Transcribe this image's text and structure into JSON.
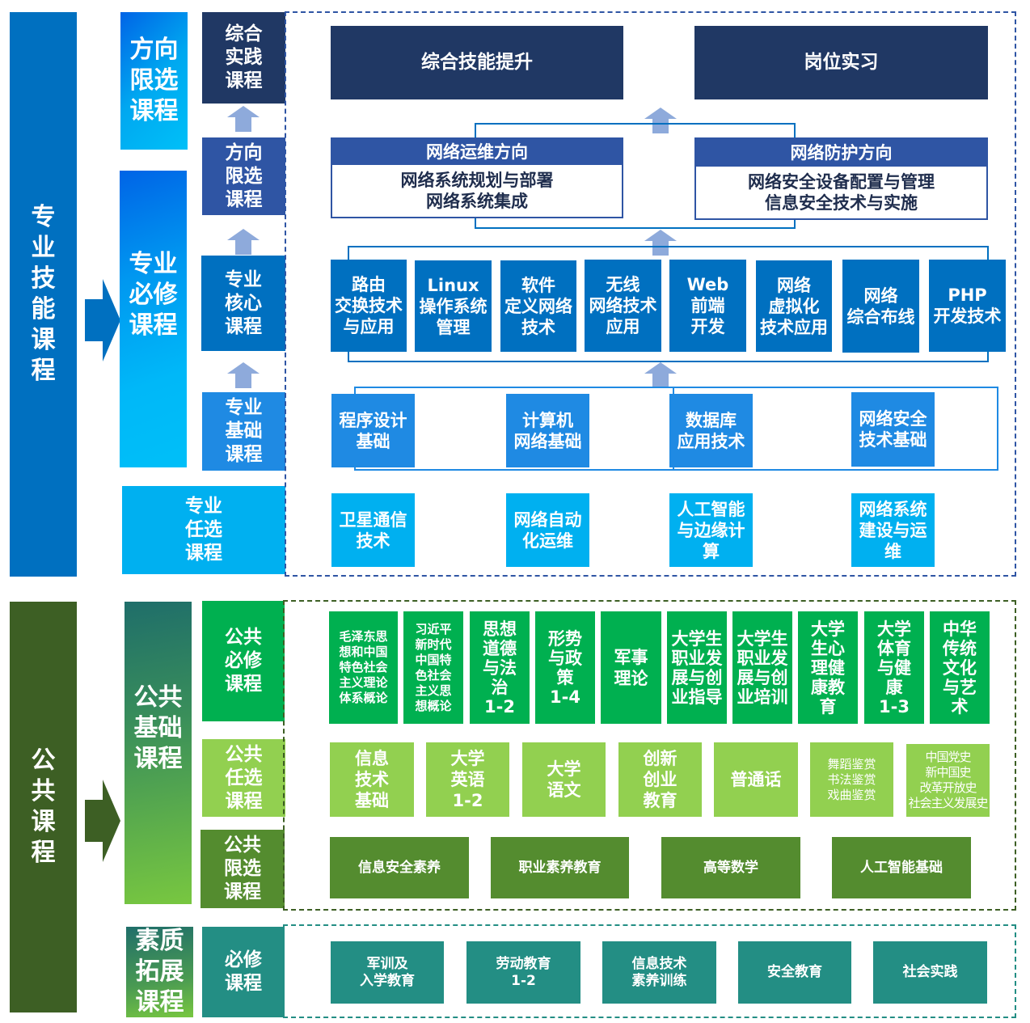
{
  "colors": {
    "prof_main": "#0070c0",
    "dark_navy": "#203864",
    "mid_navy": "#2f55a4",
    "core_blue": "#0070c0",
    "base_blue": "#1f8ae3",
    "elective_cyan": "#00b0f0",
    "arrow_light": "#8eaadb",
    "public_main": "#3d5f24",
    "green_required": "#00b050",
    "green_elective": "#92d050",
    "green_limited": "#548c2f",
    "teal": "#238e84"
  },
  "professional": {
    "title": "专\n业\n技\n能\n课\n程",
    "direction_limited_group": "方向\n限选\n课程",
    "required_group": "专业\n必修\n课程",
    "levels": {
      "comprehensive": "综合\n实践\n课程",
      "direction": "方向\n限选\n课程",
      "core": "专业\n核心\n课程",
      "foundation": "专业\n基础\n课程",
      "elective": "专业\n任选\n课程"
    },
    "comprehensive_items": [
      "综合技能提升",
      "岗位实习"
    ],
    "directions": [
      {
        "title": "网络运维方向",
        "courses": "网络系统规划与部署\n网络系统集成"
      },
      {
        "title": "网络防护方向",
        "courses": "网络安全设备配置与管理\n信息安全技术与实施"
      }
    ],
    "core_courses": [
      "路由\n交换技术\n与应用",
      "Linux\n操作系统\n管理",
      "软件\n定义网络\n技术",
      "无线\n网络技术\n应用",
      "Web\n前端\n开发",
      "网络\n虚拟化\n技术应用",
      "网络\n综合布线",
      "PHP\n开发技术"
    ],
    "foundation_courses": [
      "程序设计\n基础",
      "计算机\n网络基础",
      "数据库\n应用技术",
      "网络安全\n技术基础"
    ],
    "elective_courses": [
      "卫星通信\n技术",
      "网络自动\n化运维",
      "人工智能\n与边缘计\n算",
      "网络系统\n建设与运\n维"
    ]
  },
  "public": {
    "title": "公\n共\n课\n程",
    "foundation_group": "公共\n基础\n课程",
    "quality_group": "素质\n拓展\n课程",
    "levels": {
      "required": "公共\n必修\n课程",
      "elective": "公共\n任选\n课程",
      "limited": "公共\n限选\n课程",
      "quality_required": "必修\n课程"
    },
    "required_courses": [
      "毛泽东思\n想和中国\n特色社会\n主义理论\n体系概论",
      "习近平\n新时代\n中国特\n色社会\n主义思\n想概论",
      "思想\n道德\n与法\n治\n1-2",
      "形势\n与政\n策\n1-4",
      "军事\n理论",
      "大学生\n职业发\n展与创\n业指导",
      "大学生\n职业发\n展与创\n业培训",
      "大学\n生心\n理健\n康教\n育",
      "大学\n体育\n与健\n康\n1-3",
      "中华\n传统\n文化\n与艺\n术"
    ],
    "elective_courses": [
      "信息\n技术\n基础",
      "大学\n英语\n1-2",
      "大学\n语文",
      "创新\n创业\n教育",
      "普通话",
      "舞蹈鉴赏\n书法鉴赏\n戏曲鉴赏",
      "中国党史\n新中国史\n改革开放史\n社会主义发展史"
    ],
    "limited_courses": [
      "信息安全素养",
      "职业素养教育",
      "高等数学",
      "人工智能基础"
    ],
    "quality_courses": [
      "军训及\n入学教育",
      "劳动教育\n1-2",
      "信息技术\n素养训练",
      "安全教育",
      "社会实践"
    ]
  }
}
